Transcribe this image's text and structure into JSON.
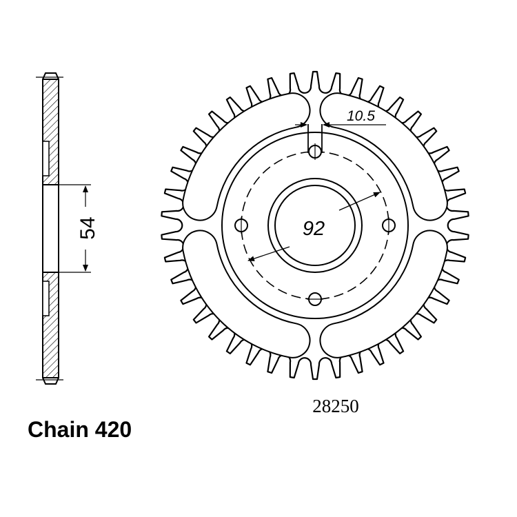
{
  "diagram": {
    "side_dimension": "54",
    "bolt_circle_dimension": "92",
    "slot_width_dimension": "10.5",
    "part_number": "28250",
    "chain_label": "Chain 420",
    "tooth_count": 42,
    "bolt_hole_count": 4,
    "lightening_window_count": 4
  },
  "colors": {
    "line": "#000000",
    "background": "#ffffff"
  }
}
